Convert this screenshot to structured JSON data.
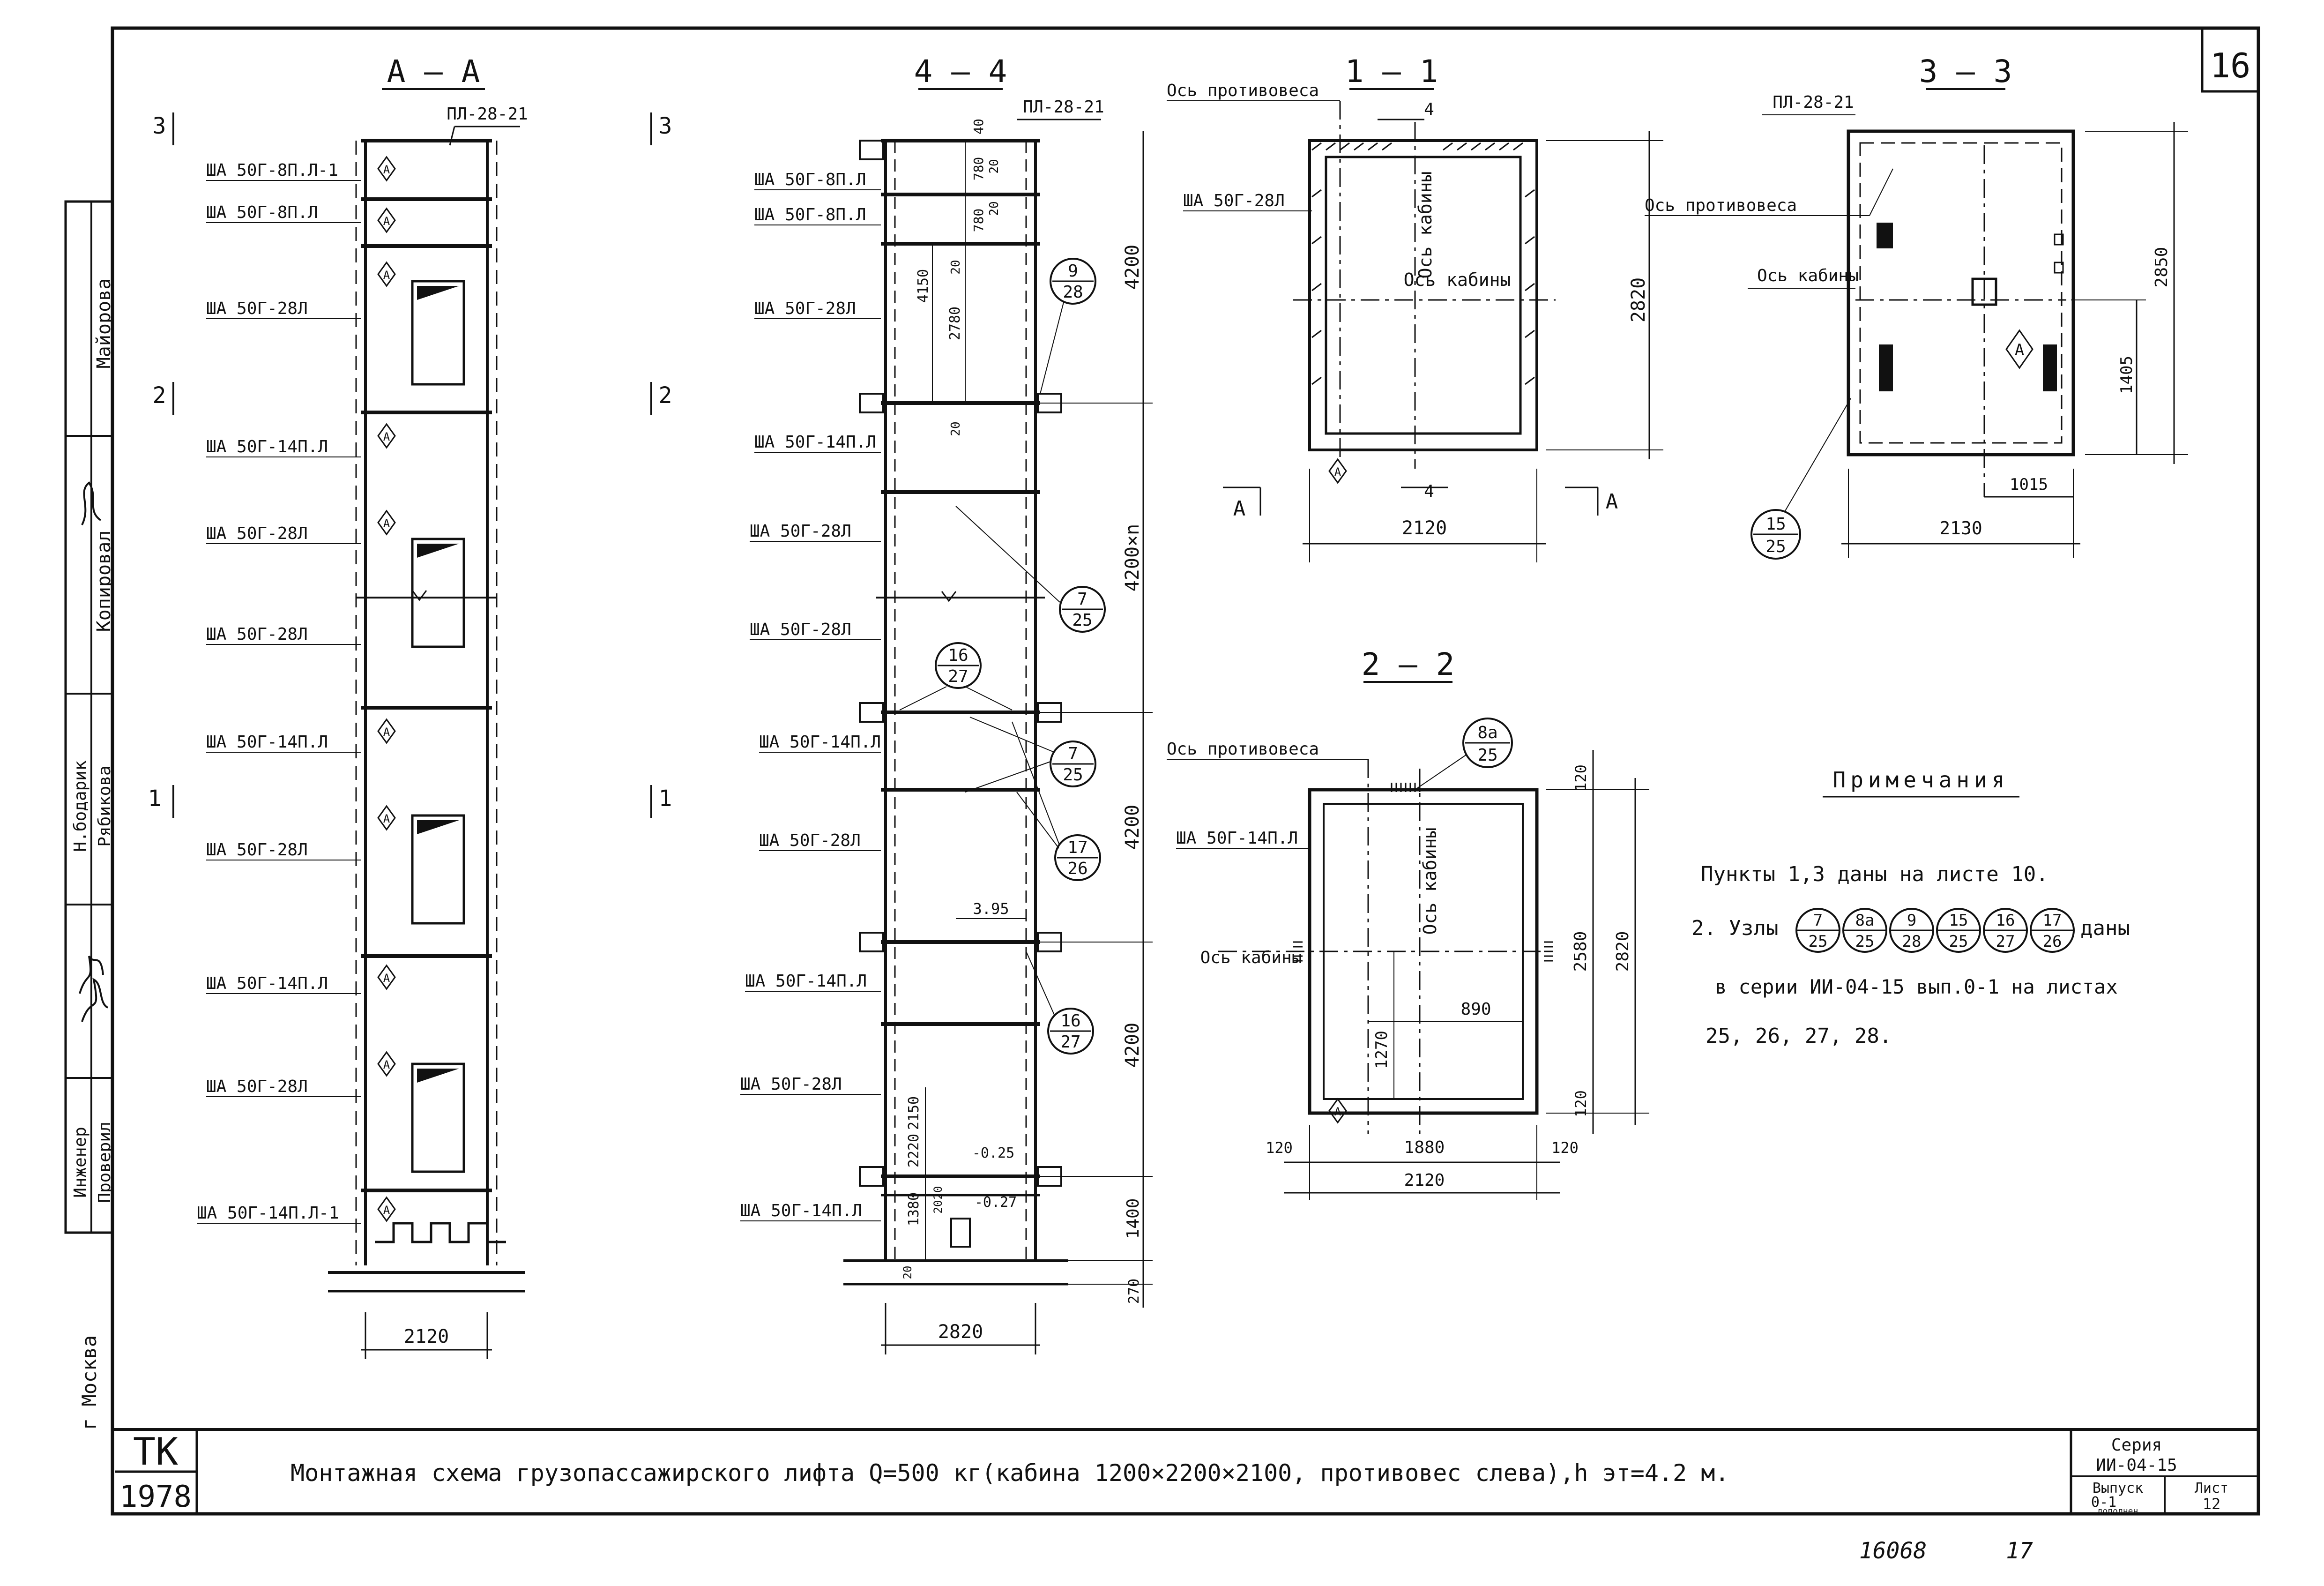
{
  "sheet": {
    "number_corner": "16",
    "organization": "ТК",
    "year": "1978",
    "title": "Монтажная схема грузопассажирского лифта Q=500 кг(кабина 1200×2200×2100, противовес слева),h эт=4.2 м.",
    "series_label": "Серия",
    "series_value": "ИИ-04-15",
    "issue_label": "Выпуск",
    "issue_value": "0-1",
    "issue_note": "дополнен",
    "sheet_label": "Лист",
    "sheet_value": "12",
    "archive_number": "16068",
    "page_number": "17",
    "city": "г Москва"
  },
  "stamp": [
    {
      "role": "",
      "name": "Майорова"
    },
    {
      "role": "",
      "name": "Копировал"
    },
    {
      "role": "Н.бодарик",
      "name": "Рябикова"
    },
    {
      "role": "Инженер",
      "name": "Проверил"
    }
  ],
  "section_aa": {
    "title": "А – А",
    "top_label": "ПЛ-28-21",
    "cut_3": "3",
    "cut_2": "2",
    "cut_1": "1",
    "marker": "А",
    "panels": [
      "ША 50Г-8П.Л-1",
      "ША 50Г-8П.Л",
      "ША 50Г-28Л",
      "ША 50Г-14П.Л",
      "ША 50Г-28Л",
      "ША 50Г-28Л",
      "ША 50Г-14П.Л",
      "ША 50Г-28Л",
      "ША 50Г-14П.Л",
      "ША 50Г-28Л",
      "ША 50Г-14П.Л-1"
    ],
    "width_dim": "2120"
  },
  "section_44": {
    "title": "4 – 4",
    "top_label": "ПЛ-28-21",
    "panels": [
      "ША 50Г-8П.Л",
      "ША 50Г-8П.Л",
      "ША 50Г-28Л",
      "ША 50Г-14П.Л",
      "ША 50Г-28Л",
      "ША 50Г-28Л",
      "ША 50Г-14П.Л",
      "ША 50Г-28Л",
      "ША 50Г-14П.Л",
      "ША 50Г-28Л",
      "ША 50Г-14П.Л"
    ],
    "dims_right": [
      "4200",
      "4200×n",
      "4200",
      "4200",
      "1400",
      "270"
    ],
    "dims_inner": [
      "40",
      "780",
      "780",
      "20",
      "20",
      "20",
      "4150",
      "2780",
      "20",
      "3.95",
      "2150",
      "2220",
      "1380",
      "20",
      "20",
      "-0.25",
      "-0.27",
      "20"
    ],
    "width_dim": "2820",
    "nodes": [
      {
        "top": "9",
        "bottom": "28"
      },
      {
        "top": "7",
        "bottom": "25"
      },
      {
        "top": "16",
        "bottom": "27"
      },
      {
        "top": "7",
        "bottom": "25"
      },
      {
        "top": "17",
        "bottom": "26"
      },
      {
        "top": "16",
        "bottom": "27"
      }
    ]
  },
  "section_11": {
    "title": "1 – 1",
    "counterweight_axis": "Ось противовеса",
    "cabin_axis_vertical": "Ось кабины",
    "cabin_axis_horizontal": "Ось кабины",
    "panel": "ША 50Г-28Л",
    "cut_4": "4",
    "cut_a": "А",
    "marker": "А",
    "width_dim": "2120",
    "height_dim": "2820"
  },
  "section_33": {
    "title": "3 – 3",
    "top_label": "ПЛ-28-21",
    "counterweight_axis": "Ось противовеса",
    "cabin_axis": "Ось кабины",
    "marker": "А",
    "width_dim": "2130",
    "height_dim": "2850",
    "dim_1405": "1405",
    "dim_1015": "1015",
    "node": {
      "top": "15",
      "bottom": "25"
    }
  },
  "section_22": {
    "title": "2 – 2",
    "counterweight_axis": "Ось противовеса",
    "cabin_axis_vertical": "Ось кабины",
    "cabin_axis_left": "Ось кабины",
    "panel": "ША 50Г-14П.Л",
    "node": {
      "top": "8а",
      "bottom": "25"
    },
    "marker": "А",
    "dims": {
      "d120_top": "120",
      "d2580": "2580",
      "d2820": "2820",
      "d120_bottom": "120",
      "d1270": "1270",
      "d890": "890",
      "d120_left": "120",
      "d1880": "1880",
      "d120_right": "120",
      "d2120": "2120"
    }
  },
  "notes": {
    "title": "Примечания",
    "line1": "Пункты 1,3 даны на листе 10.",
    "line2_prefix": "2. Узлы",
    "line2_suffix": "даны",
    "nodes": [
      {
        "top": "7",
        "bottom": "25"
      },
      {
        "top": "8а",
        "bottom": "25"
      },
      {
        "top": "9",
        "bottom": "28"
      },
      {
        "top": "15",
        "bottom": "25"
      },
      {
        "top": "16",
        "bottom": "27"
      },
      {
        "top": "17",
        "bottom": "26"
      }
    ],
    "line3": "в серии ИИ-04-15 вып.0-1 на листах",
    "line4": "25, 26, 27, 28."
  }
}
